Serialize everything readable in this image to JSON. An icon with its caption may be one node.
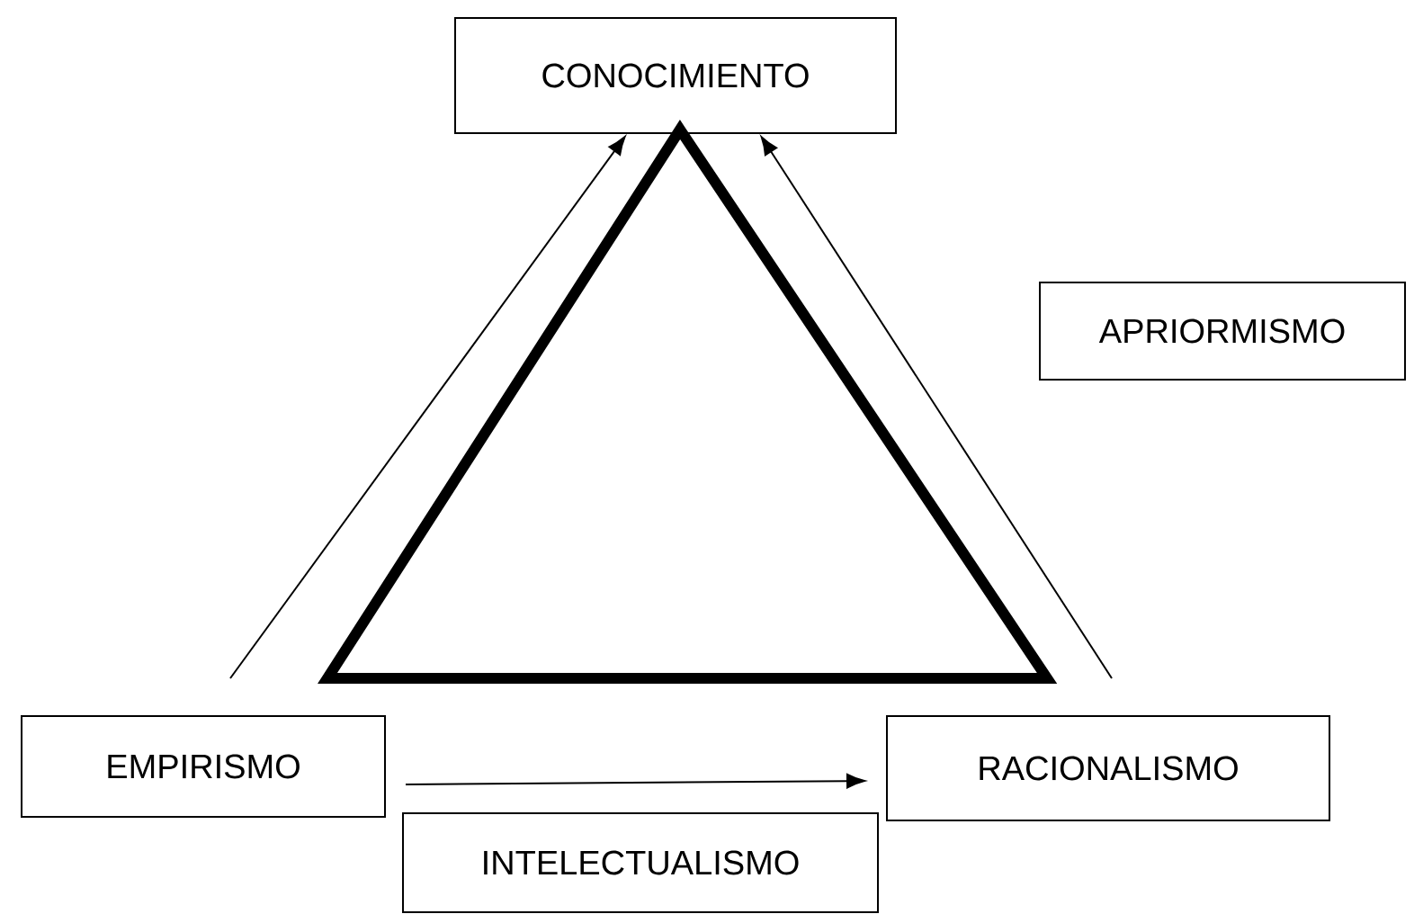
{
  "diagram": {
    "nodes": [
      {
        "text": [
          "CONOCIMIENTO"
        ]
      },
      {
        "text": [
          "APRIORMISMO"
        ]
      },
      {
        "text": [
          "EMPIRISMO"
        ]
      },
      {
        "text": [
          "RACIONALISMO"
        ]
      },
      {
        "text": [
          "INTELECTUALISMO"
        ]
      }
    ],
    "edges": [
      {
        "from": null,
        "to": 0,
        "arrow": "to"
      },
      {
        "from": null,
        "to": 0,
        "arrow": "to"
      },
      {
        "from": 2,
        "to": 3,
        "arrow": "to"
      }
    ]
  }
}
